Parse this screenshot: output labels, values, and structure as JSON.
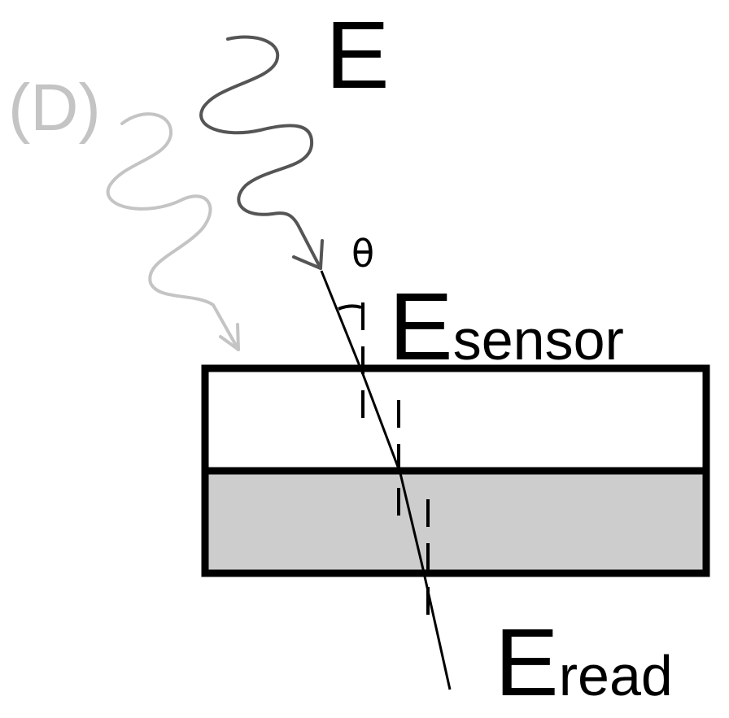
{
  "labels": {
    "incident_field": "E",
    "dose_label": "(D)",
    "angle": "θ",
    "sensor_field_main": "E",
    "sensor_field_sub": "sensor",
    "read_field_main": "E",
    "read_field_sub": "read"
  },
  "colors": {
    "wave_incident": "#555555",
    "wave_dose": "#c4c4c4",
    "dose_text": "#c4c4c4",
    "upper_layer_fill": "#ffffff",
    "lower_layer_fill": "#cdcdcd",
    "outline": "#000000"
  },
  "icons": {
    "incident_arrow": "arrow-head",
    "dose_arrow": "arrow-head"
  }
}
